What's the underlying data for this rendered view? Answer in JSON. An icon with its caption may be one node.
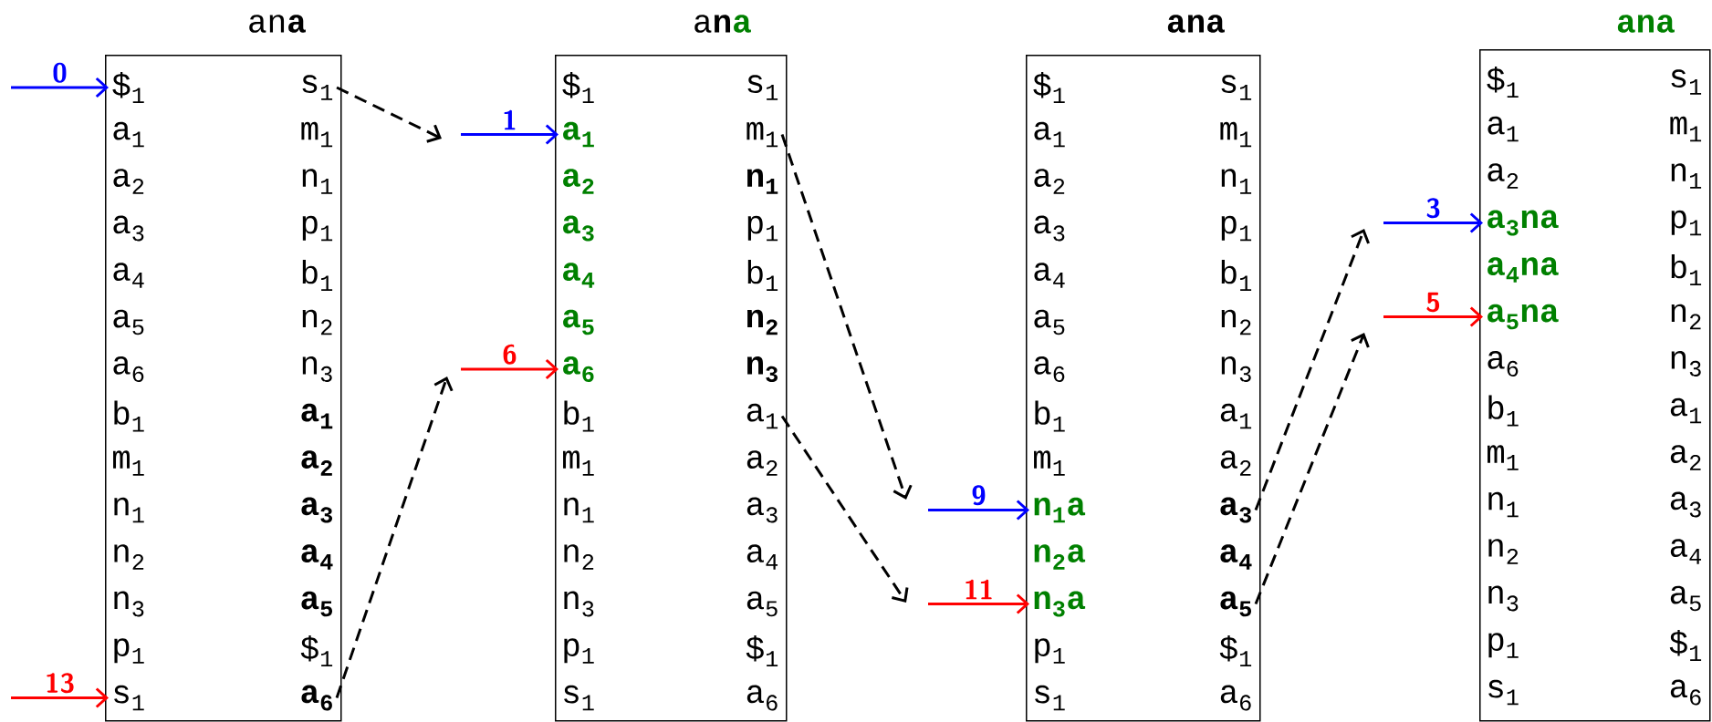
{
  "diagram": {
    "nodes": [
      {
        "text": [
          "an**a**"
        ]
      },
      {
        "text": [
          "$$_{1}$"
        ],
        "in": 0
      },
      {
        "text": [
          "s$_{1}$"
        ],
        "in": 0
      },
      {
        "text": [
          "a$_{1}$"
        ],
        "in": 0
      },
      {
        "text": [
          "m$_{1}$"
        ],
        "in": 0
      },
      {
        "text": [
          "a$_{2}$"
        ],
        "in": 0
      },
      {
        "text": [
          "n$_{1}$"
        ],
        "in": 0
      },
      {
        "text": [
          "a$_{3}$"
        ],
        "in": 0
      },
      {
        "text": [
          "p$_{1}$"
        ],
        "in": 0
      },
      {
        "text": [
          "a$_{4}$"
        ],
        "in": 0
      },
      {
        "text": [
          "b$_{1}$"
        ],
        "in": 0
      },
      {
        "text": [
          "a$_{5}$"
        ],
        "in": 0
      },
      {
        "text": [
          "n$_{2}$"
        ],
        "in": 0
      },
      {
        "text": [
          "a$_{6}$"
        ],
        "in": 0
      },
      {
        "text": [
          "n$_{3}$"
        ],
        "in": 0
      },
      {
        "text": [
          "b$_{1}$"
        ],
        "in": 0
      },
      {
        "text": [
          "a$_{1}$"
        ],
        "in": 0
      },
      {
        "text": [
          "m$_{1}$"
        ],
        "in": 0
      },
      {
        "text": [
          "a$_{2}$"
        ],
        "in": 0
      },
      {
        "text": [
          "n$_{1}$"
        ],
        "in": 0
      },
      {
        "text": [
          "a$_{3}$"
        ],
        "in": 0
      },
      {
        "text": [
          "n$_{2}$"
        ],
        "in": 0
      },
      {
        "text": [
          "a$_{4}$"
        ],
        "in": 0
      },
      {
        "text": [
          "n$_{3}$"
        ],
        "in": 0
      },
      {
        "text": [
          "a$_{5}$"
        ],
        "in": 0
      },
      {
        "text": [
          "p$_{1}$"
        ],
        "in": 0
      },
      {
        "text": [
          "$$_{1}$"
        ],
        "in": 0
      },
      {
        "text": [
          "s$_{1}$"
        ],
        "in": 0
      },
      {
        "text": [
          "a$_{6}$"
        ],
        "in": 0
      },
      {
        "text": [
          "a**na**"
        ]
      },
      {
        "text": [
          "$$_{1}$"
        ],
        "in": 29
      },
      {
        "text": [
          "s$_{1}$"
        ],
        "in": 29
      },
      {
        "text": [
          "a$_{1}$"
        ],
        "in": 29
      },
      {
        "text": [
          "m$_{1}$"
        ],
        "in": 29
      },
      {
        "text": [
          "a$_{2}$"
        ],
        "in": 29
      },
      {
        "text": [
          "n$_{1}$"
        ],
        "in": 29
      },
      {
        "text": [
          "a$_{3}$"
        ],
        "in": 29
      },
      {
        "text": [
          "p$_{1}$"
        ],
        "in": 29
      },
      {
        "text": [
          "a$_{4}$"
        ],
        "in": 29
      },
      {
        "text": [
          "b$_{1}$"
        ],
        "in": 29
      },
      {
        "text": [
          "a$_{5}$"
        ],
        "in": 29
      },
      {
        "text": [
          "n$_{2}$"
        ],
        "in": 29
      },
      {
        "text": [
          "a$_{6}$"
        ],
        "in": 29
      },
      {
        "text": [
          "n$_{3}$"
        ],
        "in": 29
      },
      {
        "text": [
          "b$_{1}$"
        ],
        "in": 29
      },
      {
        "text": [
          "a$_{1}$"
        ],
        "in": 29
      },
      {
        "text": [
          "m$_{1}$"
        ],
        "in": 29
      },
      {
        "text": [
          "a$_{2}$"
        ],
        "in": 29
      },
      {
        "text": [
          "n$_{1}$"
        ],
        "in": 29
      },
      {
        "text": [
          "a$_{3}$"
        ],
        "in": 29
      },
      {
        "text": [
          "n$_{2}$"
        ],
        "in": 29
      },
      {
        "text": [
          "a$_{4}$"
        ],
        "in": 29
      },
      {
        "text": [
          "n$_{3}$"
        ],
        "in": 29
      },
      {
        "text": [
          "a$_{5}$"
        ],
        "in": 29
      },
      {
        "text": [
          "p$_{1}$"
        ],
        "in": 29
      },
      {
        "text": [
          "$$_{1}$"
        ],
        "in": 29
      },
      {
        "text": [
          "s$_{1}$"
        ],
        "in": 29
      },
      {
        "text": [
          "a$_{6}$"
        ],
        "in": 29
      },
      {
        "text": [
          "ana"
        ]
      },
      {
        "text": [
          "$$_{1}$"
        ],
        "in": 58
      },
      {
        "text": [
          "s$_{1}$"
        ],
        "in": 58
      },
      {
        "text": [
          "a$_{1}$"
        ],
        "in": 58
      },
      {
        "text": [
          "m$_{1}$"
        ],
        "in": 58
      },
      {
        "text": [
          "a$_{2}$"
        ],
        "in": 58
      },
      {
        "text": [
          "n$_{1}$"
        ],
        "in": 58
      },
      {
        "text": [
          "a$_{3}$"
        ],
        "in": 58
      },
      {
        "text": [
          "p$_{1}$"
        ],
        "in": 58
      },
      {
        "text": [
          "a$_{4}$"
        ],
        "in": 58
      },
      {
        "text": [
          "b$_{1}$"
        ],
        "in": 58
      },
      {
        "text": [
          "a$_{5}$"
        ],
        "in": 58
      },
      {
        "text": [
          "n$_{2}$"
        ],
        "in": 58
      },
      {
        "text": [
          "a$_{6}$"
        ],
        "in": 58
      },
      {
        "text": [
          "n$_{3}$"
        ],
        "in": 58
      },
      {
        "text": [
          "b$_{1}$"
        ],
        "in": 58
      },
      {
        "text": [
          "a$_{1}$"
        ],
        "in": 58
      },
      {
        "text": [
          "m$_{1}$"
        ],
        "in": 58
      },
      {
        "text": [
          "a$_{2}$"
        ],
        "in": 58
      },
      {
        "text": [
          "n$_{1}$a"
        ],
        "in": 58
      },
      {
        "text": [
          "a$_{3}$"
        ],
        "in": 58
      },
      {
        "text": [
          "n$_{2}$a"
        ],
        "in": 58
      },
      {
        "text": [
          "a$_{4}$"
        ],
        "in": 58
      },
      {
        "text": [
          "n$_{3}$a"
        ],
        "in": 58
      },
      {
        "text": [
          "a$_{5}$"
        ],
        "in": 58
      },
      {
        "text": [
          "p$_{1}$"
        ],
        "in": 58
      },
      {
        "text": [
          "$$_{1}$"
        ],
        "in": 58
      },
      {
        "text": [
          "s$_{1}$"
        ],
        "in": 58
      },
      {
        "text": [
          "a$_{6}$"
        ],
        "in": 58
      },
      {
        "text": [
          "ana"
        ]
      },
      {
        "text": [
          "$$_{1}$"
        ],
        "in": 87
      },
      {
        "text": [
          "s$_{1}$"
        ],
        "in": 87
      },
      {
        "text": [
          "a$_{1}$"
        ],
        "in": 87
      },
      {
        "text": [
          "m$_{1}$"
        ],
        "in": 87
      },
      {
        "text": [
          "a$_{2}$"
        ],
        "in": 87
      },
      {
        "text": [
          "n$_{1}$"
        ],
        "in": 87
      },
      {
        "text": [
          "a$_{3}$na"
        ],
        "in": 87
      },
      {
        "text": [
          "p$_{1}$"
        ],
        "in": 87
      },
      {
        "text": [
          "a$_{4}$na"
        ],
        "in": 87
      },
      {
        "text": [
          "b$_{1}$"
        ],
        "in": 87
      },
      {
        "text": [
          "a$_{5}$na"
        ],
        "in": 87
      },
      {
        "text": [
          "n$_{2}$"
        ],
        "in": 87
      },
      {
        "text": [
          "a$_{6}$"
        ],
        "in": 87
      },
      {
        "text": [
          "n$_{3}$"
        ],
        "in": 87
      },
      {
        "text": [
          "b$_{1}$"
        ],
        "in": 87
      },
      {
        "text": [
          "a$_{1}$"
        ],
        "in": 87
      },
      {
        "text": [
          "m$_{1}$"
        ],
        "in": 87
      },
      {
        "text": [
          "a$_{2}$"
        ],
        "in": 87
      },
      {
        "text": [
          "n$_{1}$"
        ],
        "in": 87
      },
      {
        "text": [
          "a$_{3}$"
        ],
        "in": 87
      },
      {
        "text": [
          "n$_{2}$"
        ],
        "in": 87
      },
      {
        "text": [
          "a$_{4}$"
        ],
        "in": 87
      },
      {
        "text": [
          "n$_{3}$"
        ],
        "in": 87
      },
      {
        "text": [
          "a$_{5}$"
        ],
        "in": 87
      },
      {
        "text": [
          "p$_{1}$"
        ],
        "in": 87
      },
      {
        "text": [
          "$$_{1}$"
        ],
        "in": 87
      },
      {
        "text": [
          "s$_{1}$"
        ],
        "in": 87
      },
      {
        "text": [
          "a$_{6}$"
        ],
        "in": 87
      }
    ],
    "edges": [
      {
        "from": null,
        "to": 1,
        "arrow": "to",
        "label": "0",
        "color": "#0000ff"
      },
      {
        "from": null,
        "to": 27,
        "arrow": "to",
        "label": "13",
        "color": "#ff0000"
      },
      {
        "from": null,
        "to": 32,
        "arrow": "to",
        "label": "1",
        "color": "#0000ff"
      },
      {
        "from": null,
        "to": 42,
        "arrow": "to",
        "label": "6",
        "color": "#ff0000"
      },
      {
        "from": null,
        "to": 77,
        "arrow": "to",
        "label": "9",
        "color": "#0000ff"
      },
      {
        "from": null,
        "to": 81,
        "arrow": "to",
        "label": "11",
        "color": "#ff0000"
      },
      {
        "from": null,
        "to": 94,
        "arrow": "to",
        "label": "3",
        "color": "#0000ff"
      },
      {
        "from": null,
        "to": 98,
        "arrow": "to",
        "label": "5",
        "color": "#ff0000"
      },
      {
        "from": 2,
        "to": null,
        "arrow": "to",
        "style": "dashed"
      },
      {
        "from": 28,
        "to": null,
        "arrow": "to",
        "style": "dashed"
      },
      {
        "from": 33,
        "to": null,
        "arrow": "to",
        "style": "dashed"
      },
      {
        "from": 45,
        "to": null,
        "arrow": "to",
        "style": "dashed"
      },
      {
        "from": 78,
        "to": null,
        "arrow": "to",
        "style": "dashed"
      },
      {
        "from": 82,
        "to": null,
        "arrow": "to",
        "style": "dashed"
      }
    ]
  }
}
